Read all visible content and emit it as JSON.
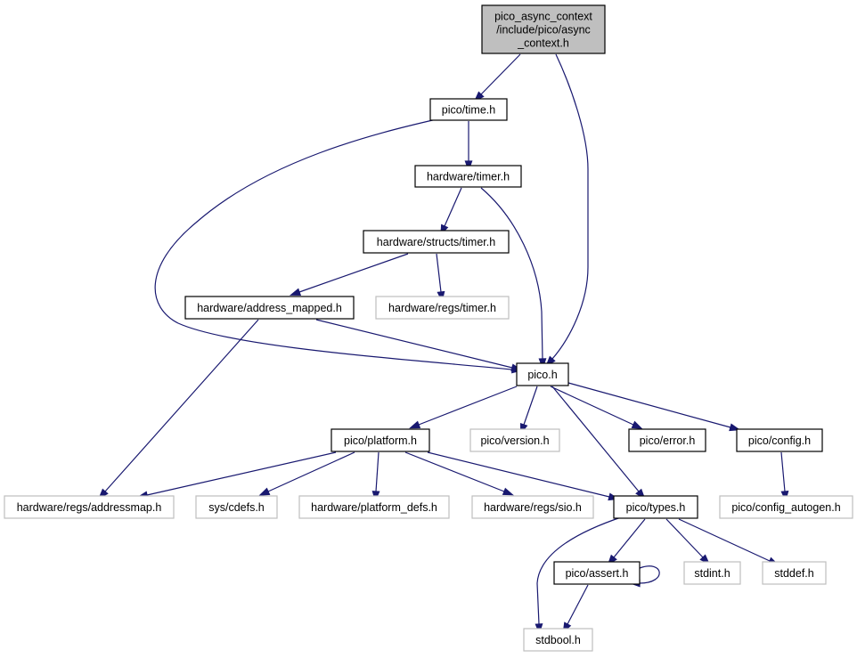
{
  "colors": {
    "edge": "#191970",
    "node_border": "#000000",
    "external_border": "#bfbfbf",
    "root_fill": "#bfbfbf",
    "node_fill": "#ffffff"
  },
  "nodes": {
    "root": {
      "lines": [
        "pico_async_context",
        "/include/pico/async",
        "_context.h"
      ],
      "kind": "root"
    },
    "pico_time": {
      "lines": [
        "pico/time.h"
      ],
      "kind": "header"
    },
    "hw_timer": {
      "lines": [
        "hardware/timer.h"
      ],
      "kind": "header"
    },
    "hw_structs_timer": {
      "lines": [
        "hardware/structs/timer.h"
      ],
      "kind": "header"
    },
    "hw_address_mapped": {
      "lines": [
        "hardware/address_mapped.h"
      ],
      "kind": "header"
    },
    "hw_regs_timer": {
      "lines": [
        "hardware/regs/timer.h"
      ],
      "kind": "external"
    },
    "pico_h": {
      "lines": [
        "pico.h"
      ],
      "kind": "header"
    },
    "pico_platform": {
      "lines": [
        "pico/platform.h"
      ],
      "kind": "header"
    },
    "pico_version": {
      "lines": [
        "pico/version.h"
      ],
      "kind": "external"
    },
    "pico_error": {
      "lines": [
        "pico/error.h"
      ],
      "kind": "header"
    },
    "pico_config": {
      "lines": [
        "pico/config.h"
      ],
      "kind": "header"
    },
    "hw_regs_addressmap": {
      "lines": [
        "hardware/regs/addressmap.h"
      ],
      "kind": "external"
    },
    "sys_cdefs": {
      "lines": [
        "sys/cdefs.h"
      ],
      "kind": "external"
    },
    "hw_platform_defs": {
      "lines": [
        "hardware/platform_defs.h"
      ],
      "kind": "external"
    },
    "hw_regs_sio": {
      "lines": [
        "hardware/regs/sio.h"
      ],
      "kind": "external"
    },
    "pico_types": {
      "lines": [
        "pico/types.h"
      ],
      "kind": "header"
    },
    "pico_config_autogen": {
      "lines": [
        "pico/config_autogen.h"
      ],
      "kind": "external"
    },
    "pico_assert": {
      "lines": [
        "pico/assert.h"
      ],
      "kind": "header"
    },
    "stdint": {
      "lines": [
        "stdint.h"
      ],
      "kind": "external"
    },
    "stddef": {
      "lines": [
        "stddef.h"
      ],
      "kind": "external"
    },
    "stdbool": {
      "lines": [
        "stdbool.h"
      ],
      "kind": "external"
    }
  },
  "edges": [
    {
      "from": "root",
      "to": "pico_time"
    },
    {
      "from": "root",
      "to": "pico_h"
    },
    {
      "from": "pico_time",
      "to": "hw_timer"
    },
    {
      "from": "pico_time",
      "to": "pico_h"
    },
    {
      "from": "hw_timer",
      "to": "hw_structs_timer"
    },
    {
      "from": "hw_timer",
      "to": "pico_h"
    },
    {
      "from": "hw_structs_timer",
      "to": "hw_address_mapped"
    },
    {
      "from": "hw_structs_timer",
      "to": "hw_regs_timer"
    },
    {
      "from": "hw_address_mapped",
      "to": "pico_h"
    },
    {
      "from": "hw_address_mapped",
      "to": "hw_regs_addressmap"
    },
    {
      "from": "pico_h",
      "to": "pico_platform"
    },
    {
      "from": "pico_h",
      "to": "pico_version"
    },
    {
      "from": "pico_h",
      "to": "pico_error"
    },
    {
      "from": "pico_h",
      "to": "pico_config"
    },
    {
      "from": "pico_h",
      "to": "pico_types"
    },
    {
      "from": "pico_config",
      "to": "pico_config_autogen"
    },
    {
      "from": "pico_platform",
      "to": "hw_regs_addressmap"
    },
    {
      "from": "pico_platform",
      "to": "sys_cdefs"
    },
    {
      "from": "pico_platform",
      "to": "hw_platform_defs"
    },
    {
      "from": "pico_platform",
      "to": "hw_regs_sio"
    },
    {
      "from": "pico_platform",
      "to": "pico_types"
    },
    {
      "from": "pico_types",
      "to": "pico_assert"
    },
    {
      "from": "pico_types",
      "to": "stdint"
    },
    {
      "from": "pico_types",
      "to": "stddef"
    },
    {
      "from": "pico_types",
      "to": "stdbool"
    },
    {
      "from": "pico_assert",
      "to": "pico_assert"
    },
    {
      "from": "pico_assert",
      "to": "stdbool"
    }
  ]
}
